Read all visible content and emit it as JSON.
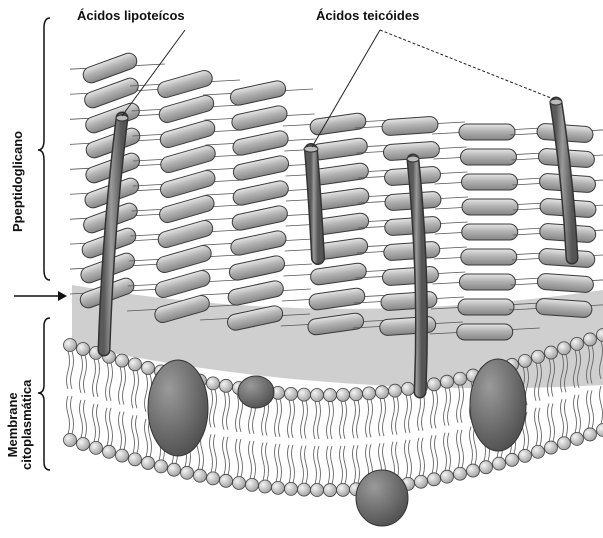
{
  "labels": {
    "lipoteichoic": "Ácidos lipoteícos",
    "teichoic": "Ácidos teicóides",
    "peptidoglycan": "Ppeptidoglicano",
    "membrane_line1": "Membrane",
    "membrane_line2": "citoplasmática"
  },
  "colors": {
    "capsule_fill": "#a9a9a9",
    "capsule_stroke": "#3a3a3a",
    "periplasm": "#cfcfcf",
    "lipid_head": "#c9c9c9",
    "protein": "#6e6e6e",
    "rod": "#7d7d7d"
  },
  "icons": [
    "arrow-right-icon"
  ]
}
